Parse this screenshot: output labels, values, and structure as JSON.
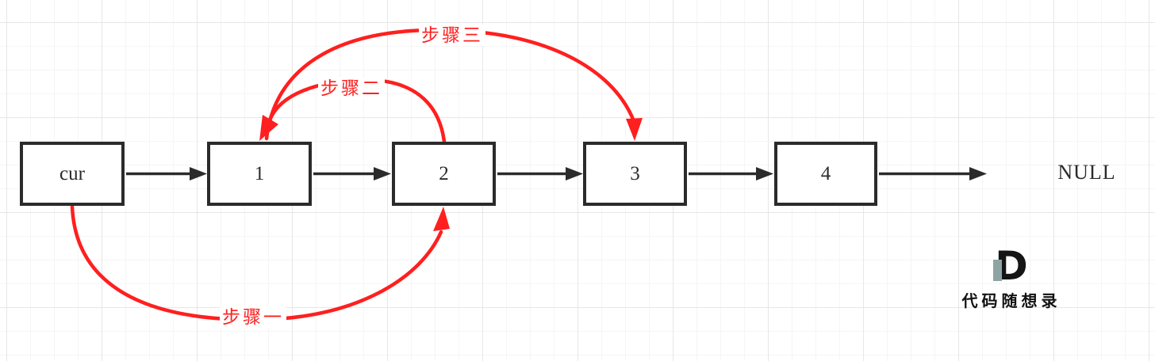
{
  "diagram": {
    "title": "linked-list remove/step diagram",
    "nodes": [
      {
        "id": "cur",
        "label": "cur"
      },
      {
        "id": "n1",
        "label": "1"
      },
      {
        "id": "n2",
        "label": "2"
      },
      {
        "id": "n3",
        "label": "3"
      },
      {
        "id": "n4",
        "label": "4"
      }
    ],
    "terminal": {
      "label": "NULL"
    },
    "list_edges": [
      {
        "from": "cur",
        "to": "1"
      },
      {
        "from": "1",
        "to": "2"
      },
      {
        "from": "2",
        "to": "3"
      },
      {
        "from": "3",
        "to": "4"
      },
      {
        "from": "4",
        "to": "NULL"
      }
    ],
    "steps": [
      {
        "label": "步骤一",
        "from": "cur",
        "to": "2",
        "position": "bottom-arc"
      },
      {
        "label": "步骤二",
        "from": "2",
        "to": "1",
        "position": "upper-arc"
      },
      {
        "label": "步骤三",
        "from": "1",
        "to": "3",
        "position": "top-arc"
      }
    ],
    "colors": {
      "node_border": "#2b2b2b",
      "list_arrow": "#2b2b2b",
      "step_arrow": "#ff1f1f",
      "grid_minor": "#f5f5f5",
      "grid_major": "#e7e7e7",
      "logo_accent": "#8ea4a4"
    }
  },
  "watermark": {
    "logo_letter": "D",
    "text": "代码随想录"
  }
}
